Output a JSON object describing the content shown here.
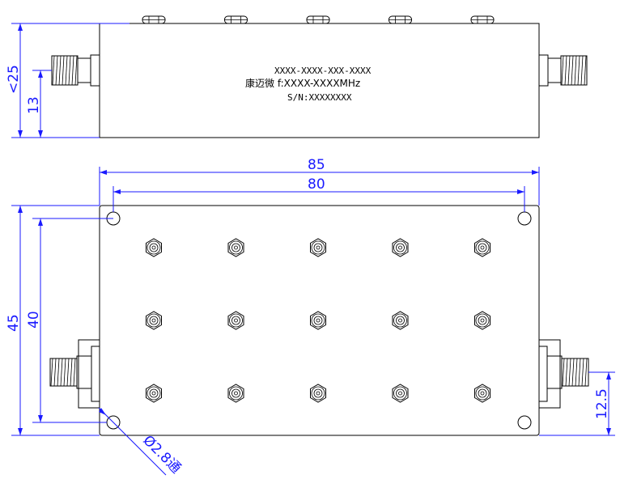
{
  "label": {
    "part_number": "XXXX-XXXX-XXX-XXXX",
    "brand_freq": "康迈微 f:XXXX-XXXXMHz",
    "serial": "S/N:XXXXXXXX"
  },
  "dimensions": {
    "side_total_height": "<25",
    "side_connector_height": "13",
    "top_total_width": "85",
    "top_hole_span_width": "80",
    "top_total_height": "45",
    "top_hole_span_height": "40",
    "connector_offset": "12.5",
    "mount_hole": "Ø2.8通"
  },
  "tuning_screw_grid": {
    "rows": 3,
    "columns": 5
  },
  "top_side_screws": 5
}
